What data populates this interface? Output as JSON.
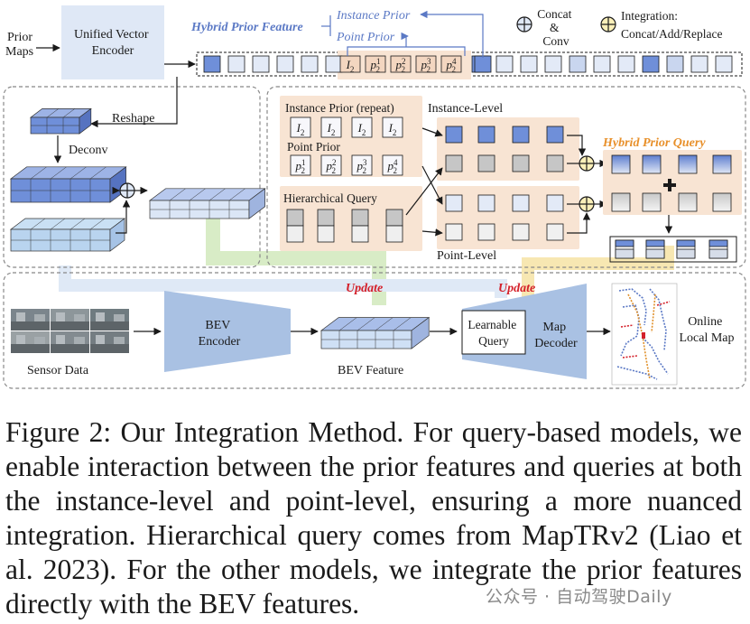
{
  "labels": {
    "prior_maps": [
      "Prior",
      "Maps"
    ],
    "unified_vector_encoder": [
      "Unified Vector",
      "Encoder"
    ],
    "hybrid_prior_feature": "Hybrid Prior Feature",
    "instance_prior": "Instance Prior",
    "point_prior": "Point Prior",
    "concat_conv": [
      "Concat",
      "&",
      "Conv"
    ],
    "integration": [
      "Integration:",
      "Concat/Add/Replace"
    ],
    "reshape": "Reshape",
    "deconv": "Deconv",
    "instance_prior_repeat": "Instance Prior (repeat)",
    "point_prior_box": "Point Prior",
    "hierarchical_query": "Hierarchical Query",
    "instance_level": "Instance-Level",
    "point_level": "Point-Level",
    "hybrid_prior_query": "Hybrid Prior Query",
    "update_left": "Update",
    "update_right": "Update",
    "bev_encoder": [
      "BEV",
      "Encoder"
    ],
    "learnable_query": [
      "Learnable",
      "Query"
    ],
    "map_decoder": [
      "Map",
      "Decoder"
    ],
    "online_local_map": [
      "Online",
      "Local Map"
    ],
    "sensor_data": "Sensor Data",
    "bev_feature": "BEV Feature"
  },
  "tokens": {
    "instance": "I",
    "instance_sub": "2",
    "point": "p",
    "point_sub": "2",
    "point_sups": [
      "1",
      "2",
      "3",
      "4"
    ],
    "strip_sups": [
      "1",
      "2",
      "3",
      "4"
    ]
  },
  "caption": "Figure 2: Our Integration Method. For query-based models, we enable interaction between the prior features and queries at both the instance-level and point-level, ensuring a more nuanced integration. Hierarchical query comes from MapTRv2 (Liao et al. 2023). For the other models, we integrate the prior features directly with the BEV features.",
  "watermark": "公众号 · 自动驾驶Daily",
  "colors": {
    "accent_blue": "#5b79c5",
    "box_blue": "#dfe8f6",
    "highlight": "#f8e4d3",
    "orange_text": "#e8902a",
    "update_red": "#d4202a",
    "green_band": "#d8ecc6",
    "yellow_band": "#f7e7b2",
    "lightblue_band": "#dfe9f6"
  }
}
